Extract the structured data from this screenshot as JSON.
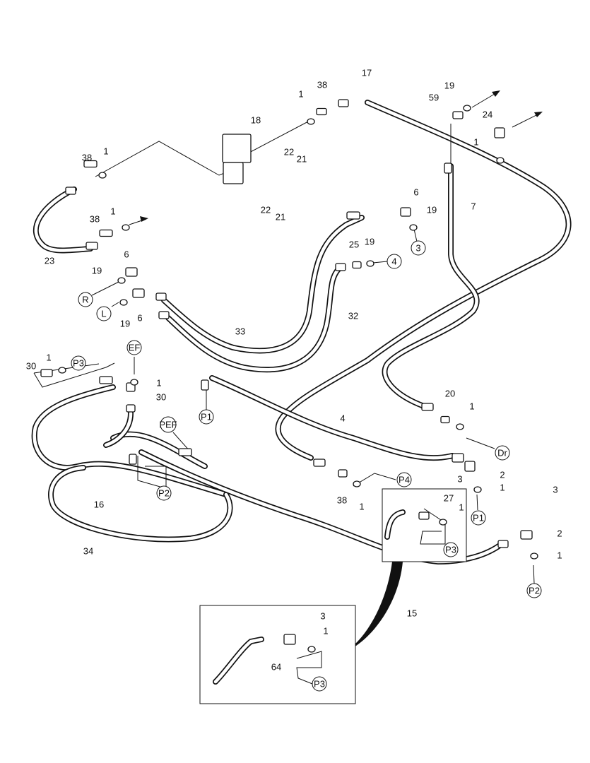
{
  "diagram": {
    "part_numbers": [
      "17",
      "38",
      "1",
      "19",
      "59",
      "24",
      "1",
      "18",
      "22",
      "21",
      "22",
      "21",
      "38",
      "1",
      "38",
      "1",
      "23",
      "6",
      "19",
      "7",
      "25",
      "19",
      "6",
      "19",
      "19",
      "6",
      "33",
      "32",
      "1",
      "30",
      "1",
      "30",
      "20",
      "1",
      "4",
      "2",
      "3",
      "1",
      "38",
      "1",
      "16",
      "27",
      "1",
      "3",
      "2",
      "1",
      "34",
      "15",
      "3",
      "1",
      "64"
    ],
    "connection_callouts": [
      "P3",
      "EF",
      "P1",
      "PEF",
      "P2",
      "R",
      "L",
      "3",
      "4",
      "Dr",
      "P4",
      "P1",
      "P3",
      "P2",
      "P3"
    ],
    "line_color": "#111111",
    "background_color": "#ffffff"
  }
}
